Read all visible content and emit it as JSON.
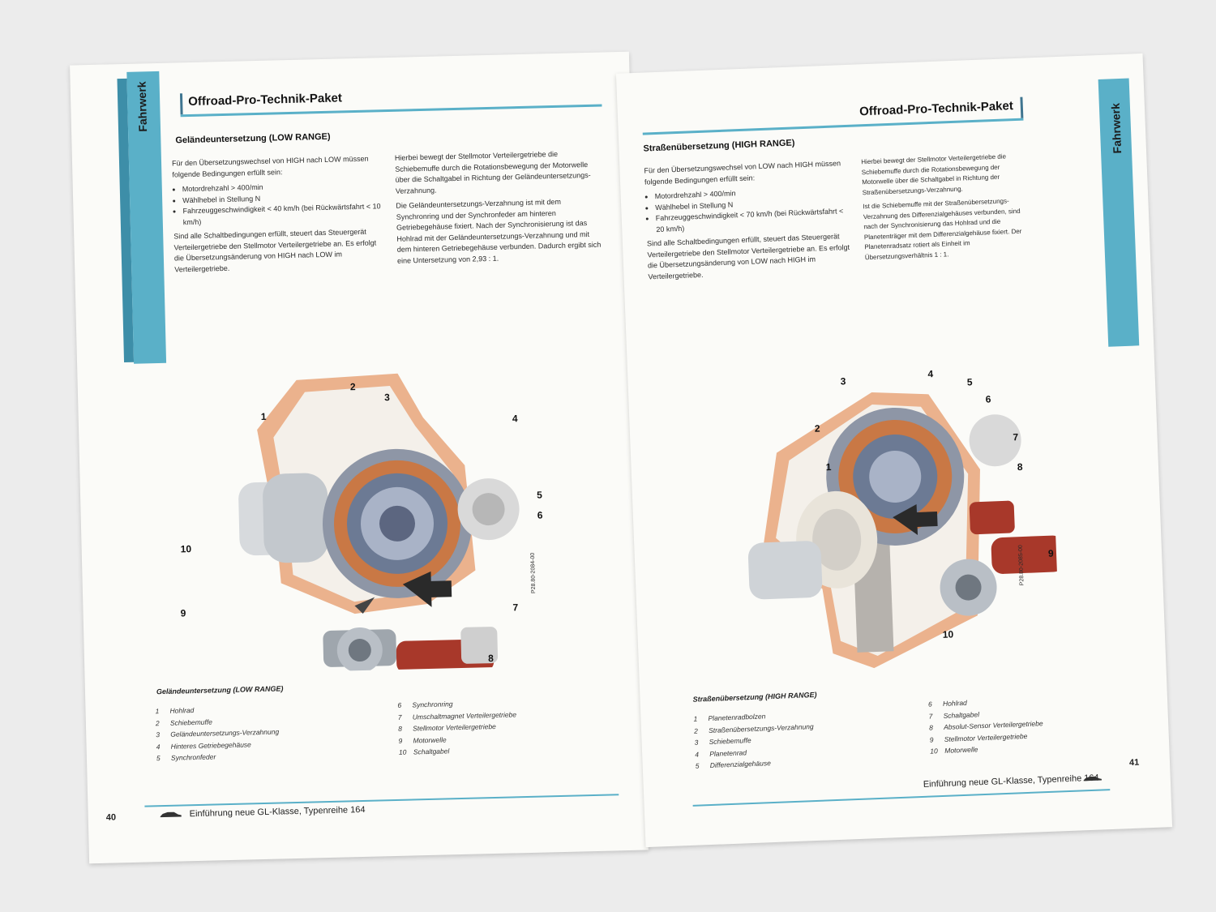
{
  "left_page": {
    "side_tab": "Fahrwerk",
    "header_title": "Offroad-Pro-Technik-Paket",
    "section_title": "Geländeuntersetzung (LOW RANGE)",
    "col1_intro": "Für den Übersetzungswechsel von HIGH nach LOW müssen folgende Bedingungen erfüllt sein:",
    "col1_bullets": [
      "Motordrehzahl > 400/min",
      "Wählhebel in Stellung N",
      "Fahrzeuggeschwindigkeit < 40 km/h (bei Rückwärtsfahrt < 10 km/h)"
    ],
    "col1_para": "Sind alle Schaltbedingungen erfüllt, steuert das Steuergerät Verteilergetriebe den Stellmotor Verteilergetriebe an. Es erfolgt die Übersetzungsänderung von HIGH nach LOW im Verteilergetriebe.",
    "col2_para1": "Hierbei bewegt der Stellmotor Verteilergetriebe die Schiebemuffe durch die Rotationsbewegung der Motorwelle über die Schaltgabel in Richtung der Geländeuntersetzungs-Verzahnung.",
    "col2_para2": "Die Geländeuntersetzungs-Verzahnung ist mit dem Synchronring und der Synchronfeder am hinteren Getriebegehäuse fixiert. Nach der Synchronisierung ist das Hohlrad mit der Geländeuntersetzungs-Verzahnung und mit dem hinteren Getriebegehäuse verbunden. Dadurch ergibt sich eine Untersetzung von 2,93 : 1.",
    "callouts": [
      "1",
      "2",
      "3",
      "4",
      "5",
      "6",
      "7",
      "8",
      "9",
      "10"
    ],
    "figure_code": "P28.80-2084-00",
    "legend_title": "Geländeuntersetzung (LOW RANGE)",
    "legend_col1": [
      {
        "num": "1",
        "label": "Hohlrad"
      },
      {
        "num": "2",
        "label": "Schiebemuffe"
      },
      {
        "num": "3",
        "label": "Geländeuntersetzungs-Verzahnung"
      },
      {
        "num": "4",
        "label": "Hinteres Getriebegehäuse"
      },
      {
        "num": "5",
        "label": "Synchronfeder"
      }
    ],
    "legend_col2": [
      {
        "num": "6",
        "label": "Synchronring"
      },
      {
        "num": "7",
        "label": "Umschaltmagnet Verteilergetriebe"
      },
      {
        "num": "8",
        "label": "Stellmotor Verteilergetriebe"
      },
      {
        "num": "9",
        "label": "Motorwelle"
      },
      {
        "num": "10",
        "label": "Schaltgabel"
      }
    ],
    "page_number": "40",
    "footer_text": "Einführung neue GL-Klasse, Typenreihe 164"
  },
  "right_page": {
    "side_tab": "Fahrwerk",
    "header_title": "Offroad-Pro-Technik-Paket",
    "section_title": "Straßenübersetzung (HIGH RANGE)",
    "col1_intro": "Für den Übersetzungswechsel von LOW nach HIGH müssen folgende Bedingungen erfüllt sein:",
    "col1_bullets": [
      "Motordrehzahl > 400/min",
      "Wählhebel in Stellung N",
      "Fahrzeuggeschwindigkeit < 70 km/h (bei Rückwärtsfahrt < 20 km/h)"
    ],
    "col1_para": "Sind alle Schaltbedingungen erfüllt, steuert das Steuergerät Verteilergetriebe den Stellmotor Verteilergetriebe an. Es erfolgt die Übersetzungsänderung von LOW nach HIGH im Verteilergetriebe.",
    "col2_para1": "Hierbei bewegt der Stellmotor Verteilergetriebe die Schiebemuffe durch die Rotationsbewegung der Motorwelle über die Schaltgabel in Richtung der Straßenübersetzungs-Verzahnung.",
    "col2_para2": "Ist die Schiebemuffe mit der Straßenübersetzungs-Verzahnung des Differenzialgehäuses verbunden, sind nach der Synchronisierung das Hohlrad und die Planetenträger mit dem Differenzialgehäuse fixiert. Der Planetenradsatz rotiert als Einheit im Übersetzungsverhältnis 1 : 1.",
    "callouts": [
      "1",
      "2",
      "3",
      "4",
      "5",
      "6",
      "7",
      "8",
      "9",
      "10"
    ],
    "figure_code": "P28.80-2085-00",
    "legend_title": "Straßenübersetzung (HIGH RANGE)",
    "legend_col1": [
      {
        "num": "1",
        "label": "Planetenradbolzen"
      },
      {
        "num": "2",
        "label": "Straßenübersetzungs-Verzahnung"
      },
      {
        "num": "3",
        "label": "Schiebemuffe"
      },
      {
        "num": "4",
        "label": "Planetenrad"
      },
      {
        "num": "5",
        "label": "Differenzialgehäuse"
      }
    ],
    "legend_col2": [
      {
        "num": "6",
        "label": "Hohlrad"
      },
      {
        "num": "7",
        "label": "Schaltgabel"
      },
      {
        "num": "8",
        "label": "Absolut-Sensor Verteilergetriebe"
      },
      {
        "num": "9",
        "label": "Stellmotor Verteilergetriebe"
      },
      {
        "num": "10",
        "label": "Motorwelle"
      }
    ],
    "page_number": "41",
    "footer_text": "Einführung neue GL-Klasse, Typenreihe 164"
  },
  "colors": {
    "accent_teal": "#5ab0c8",
    "accent_dark": "#3f7590",
    "housing_orange": "#e8a57a",
    "motor_red": "#a8382a"
  },
  "icons": [
    "car-icon",
    "direction-arrow-icon"
  ]
}
